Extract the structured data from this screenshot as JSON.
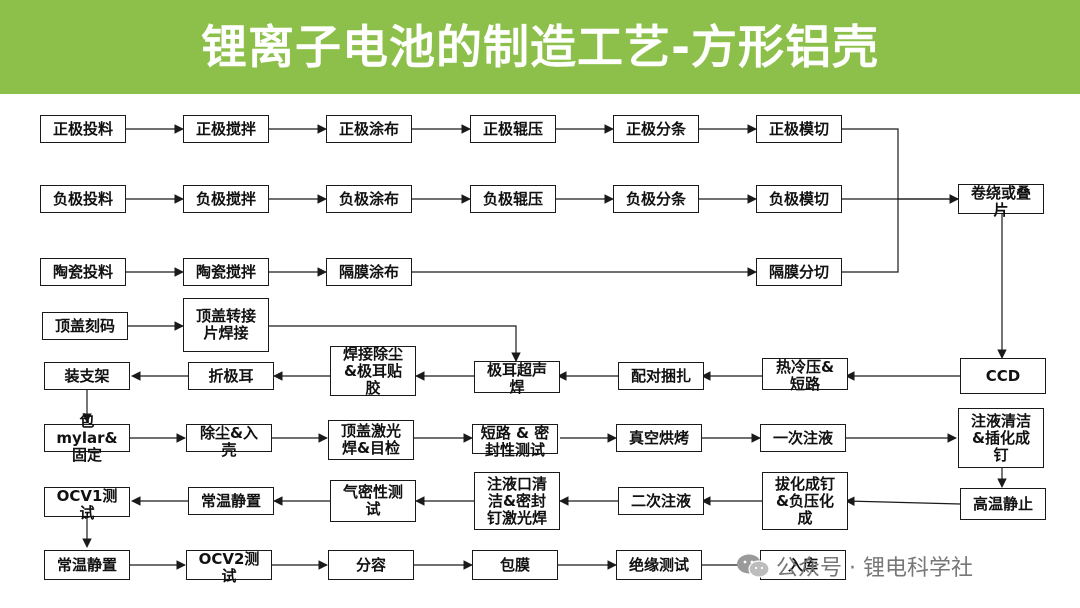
{
  "title": "锂离子电池的制造工艺-方形铝壳",
  "colors": {
    "banner": "#8dc04a",
    "line": "#1a1a1a"
  },
  "nodes": {
    "pos_feed": "正极投料",
    "pos_mix": "正极搅拌",
    "pos_coat": "正极涂布",
    "pos_roll": "正极辊压",
    "pos_slit": "正极分条",
    "pos_die": "正极模切",
    "neg_feed": "负极投料",
    "neg_mix": "负极搅拌",
    "neg_coat": "负极涂布",
    "neg_roll": "负极辊压",
    "neg_slit": "负极分条",
    "neg_die": "负极模切",
    "cer_feed": "陶瓷投料",
    "cer_mix": "陶瓷搅拌",
    "sep_coat": "隔膜涂布",
    "sep_cut": "隔膜分切",
    "wind": "卷绕或叠\n片",
    "cap_mark": "顶盖刻码",
    "cap_weld": "顶盖转接\n片焊接",
    "ccd": "CCD",
    "hot_press": "热冷压&\n短路",
    "pair": "配对捆扎",
    "tab_weld": "极耳超声\n焊",
    "dust_tape": "焊接除尘\n&极耳贴\n胶",
    "fold_tab": "折极耳",
    "bracket": "装支架",
    "mylar": "包\nmylar&\n固定",
    "dust_case": "除尘&入\n壳",
    "cap_laser": "顶盖激光\n焊&目检",
    "short_test": "短路 & 密\n封性测试",
    "vacuum_bake": "真空烘烤",
    "fill1": "一次注液",
    "clean_nail": "注液清洁\n&插化成\n钉",
    "high_temp": "高温静止",
    "pull_nail": "拔化成钉\n&负压化\n成",
    "fill2": "二次注液",
    "port_clean": "注液口清\n洁&密封\n钉激光焊",
    "air_test": "气密性测\n试",
    "room_rest1": "常温静置",
    "ocv1": "OCV1测\n试",
    "room_rest2": "常温静置",
    "ocv2": "OCV2测\n试",
    "grading": "分容",
    "film": "包膜",
    "insulation": "绝缘测试",
    "storage": "入库"
  },
  "watermark": {
    "icon": "wechat-icon",
    "text": "公众号 · 锂电科学社"
  }
}
